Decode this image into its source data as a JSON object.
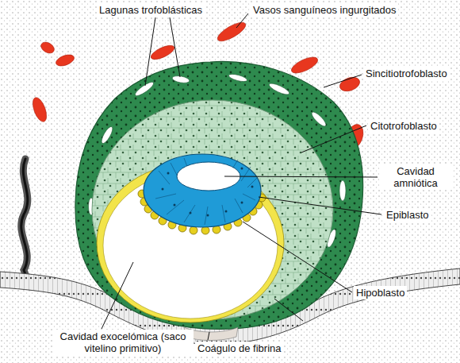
{
  "diagram": {
    "labels": [
      "Lagunas trofoblásticas",
      "Vasos sanguíneos ingurgitados",
      "Sincitiotrofoblasto",
      "Citotrofoblasto",
      "Cavidad amniótica",
      "Epiblasto",
      "Hipoblasto",
      "Cavidad exocelómica (saco vitelino primitivo)",
      "Coágulo de fibrina"
    ]
  }
}
